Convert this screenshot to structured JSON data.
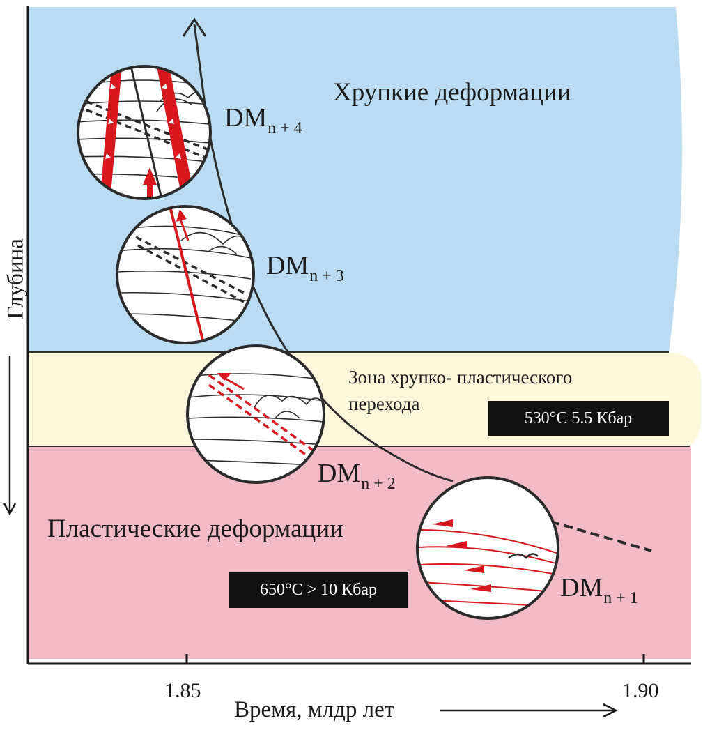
{
  "zones": {
    "brittle": {
      "title": "Хрупкие деформации",
      "color": "#b9dcf3"
    },
    "transition": {
      "title_line1": "Зона хрупко- пластического",
      "title_line2": "перехода",
      "conditions": "530°C 5.5 Кбар",
      "color": "#fdf7dc"
    },
    "plastic": {
      "title": "Пластические деформации",
      "conditions": "650°C > 10 Кбар",
      "color": "#f3bcc4"
    }
  },
  "axes": {
    "y_title": "Глубина",
    "x_title": "Время, млдр лет",
    "x_ticks": [
      "1.85",
      "1.90"
    ]
  },
  "stages": [
    {
      "main": "DM",
      "sub": "n + 4"
    },
    {
      "main": "DM",
      "sub": "n + 3"
    },
    {
      "main": "DM",
      "sub": "n + 2"
    },
    {
      "main": "DM",
      "sub": "n + 1"
    }
  ],
  "colors": {
    "fault_red": "#d7191f",
    "outline": "#2b2b2b"
  }
}
